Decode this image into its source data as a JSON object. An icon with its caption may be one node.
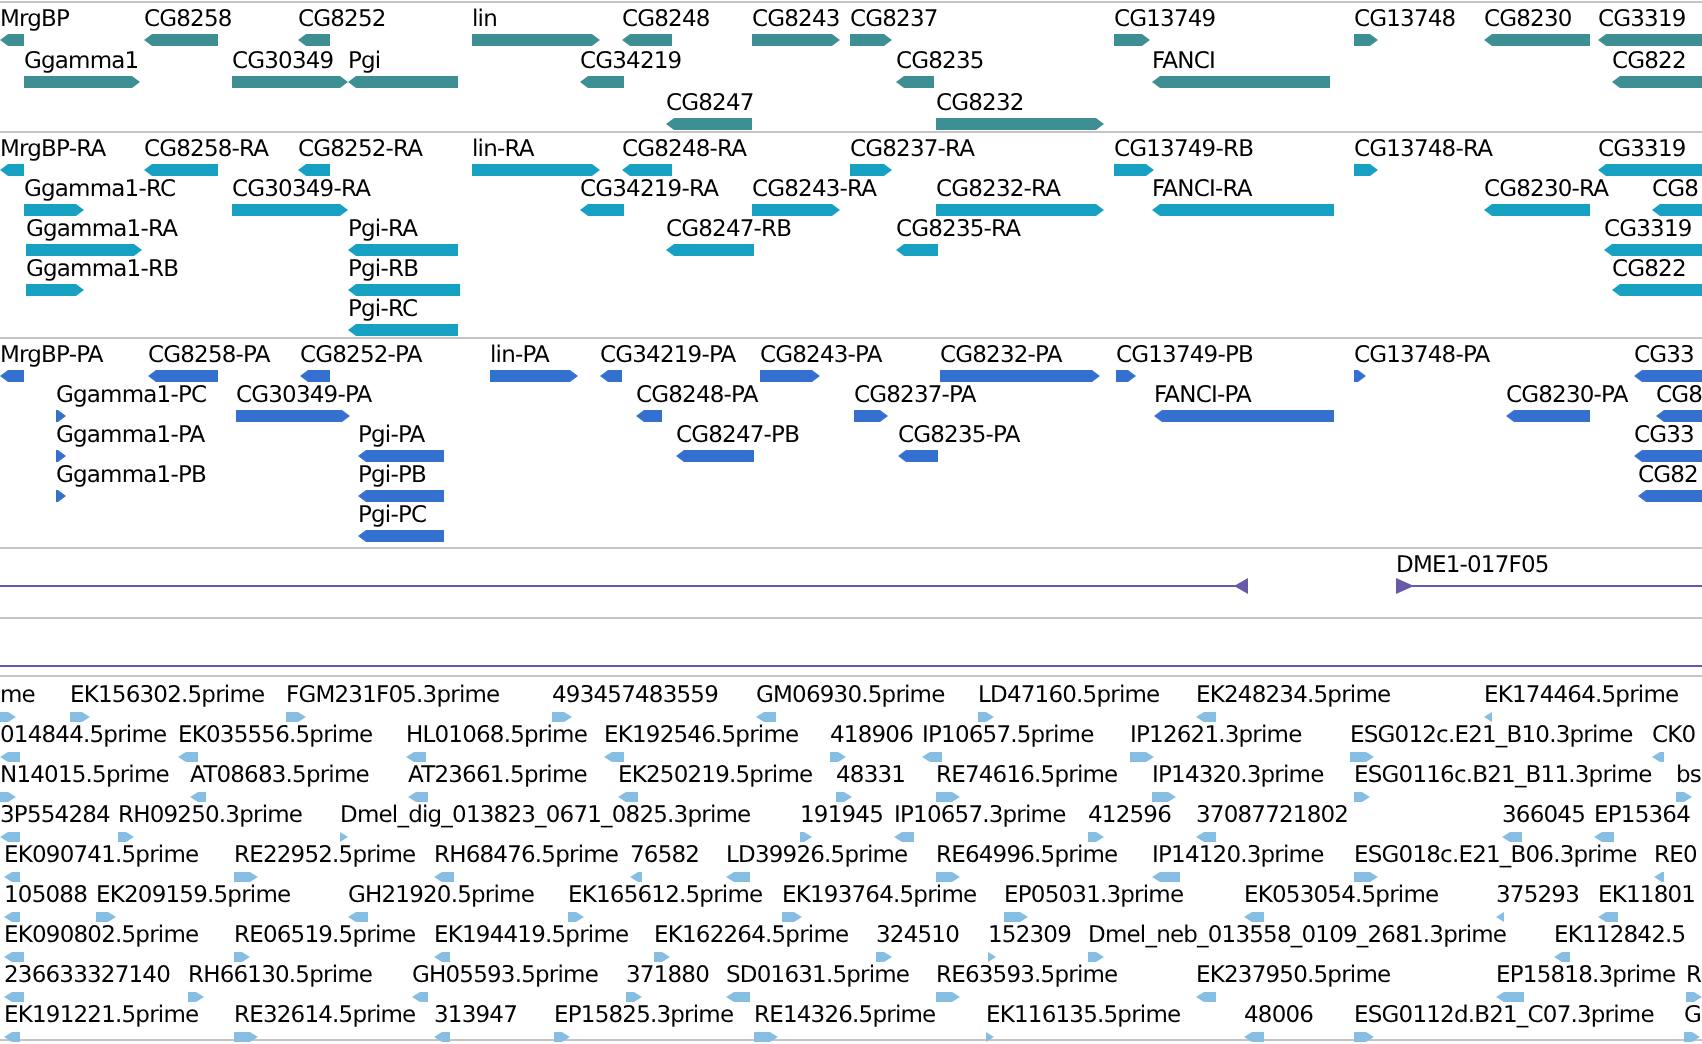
{
  "diagram": {
    "labels": [
      "MrgBP",
      "CG8258",
      "CG8252",
      "lin",
      "CG8248",
      "CG8243",
      "CG8237",
      "CG13749",
      "CG13748",
      "CG8230",
      "CG3319",
      "Ggamma1",
      "CG30349",
      "Pgi",
      "CG34219",
      "CG8235",
      "FANCI",
      "CG822",
      "CG8247",
      "CG8232",
      "MrgBP-RA",
      "CG8258-RA",
      "CG8252-RA",
      "lin-RA",
      "CG8248-RA",
      "CG8237-RA",
      "CG13749-RB",
      "CG13748-RA",
      "CG3319",
      "Ggamma1-RC",
      "CG30349-RA",
      "CG34219-RA",
      "CG8243-RA",
      "CG8232-RA",
      "FANCI-RA",
      "CG8230-RA",
      "CG8",
      "Ggamma1-RA",
      "Pgi-RA",
      "CG8247-RB",
      "CG8235-RA",
      "CG3319",
      "Ggamma1-RB",
      "Pgi-RB",
      "CG822",
      "Pgi-RC",
      "MrgBP-PA",
      "CG8258-PA",
      "CG8252-PA",
      "lin-PA",
      "CG34219-PA",
      "CG8243-PA",
      "CG8232-PA",
      "CG13749-PB",
      "CG13748-PA",
      "CG33",
      "Ggamma1-PC",
      "CG30349-PA",
      "CG8248-PA",
      "CG8237-PA",
      "FANCI-PA",
      "CG8230-PA",
      "CG8",
      "Ggamma1-PA",
      "Pgi-PA",
      "CG8247-PB",
      "CG8235-PA",
      "CG33",
      "Ggamma1-PB",
      "Pgi-PB",
      "CG82",
      "Pgi-PC",
      "DME1-017F05",
      "me",
      "EK156302.5prime",
      "FGM231F05.3prime",
      "493457483559",
      "GM06930.5prime",
      "LD47160.5prime",
      "EK248234.5prime",
      "EK174464.5prime",
      "014844.5prime",
      "EK035556.5prime",
      "HL01068.5prime",
      "EK192546.5prime",
      "418906",
      "IP10657.5prime",
      "IP12621.3prime",
      "ESG012c.E21_B10.3prime",
      "CK0",
      "N14015.5prime",
      "AT08683.5prime",
      "AT23661.5prime",
      "EK250219.5prime",
      "48331",
      "RE74616.5prime",
      "IP14320.3prime",
      "ESG0116c.B21_B11.3prime",
      "bs",
      "3P554284",
      "RH09250.3prime",
      "Dmel_dig_013823_0671_0825.3prime",
      "191945",
      "IP10657.3prime",
      "412596",
      "37087721802",
      "366045",
      "EP15364",
      "EK090741.5prime",
      "RE22952.5prime",
      "RH68476.5prime",
      "76582",
      "LD39926.5prime",
      "RE64996.5prime",
      "IP14120.3prime",
      "ESG018c.E21_B06.3prime",
      "RE0",
      "105088",
      "EK209159.5prime",
      "GH21920.5prime",
      "EK165612.5prime",
      "EK193764.5prime",
      "EP05031.3prime",
      "EK053054.5prime",
      "375293",
      "EK11801",
      "EK090802.5prime",
      "RE06519.5prime",
      "EK194419.5prime",
      "EK162264.5prime",
      "324510",
      "152309",
      "Dmel_neb_013558_0109_2681.3prime",
      "EK112842.5",
      "236633327140",
      "RH66130.5prime",
      "GH05593.5prime",
      "371880",
      "SD01631.5prime",
      "RE63593.5prime",
      "EK237950.5prime",
      "EP15818.3prime",
      "R",
      "EK191221.5prime",
      "RE32614.5prime",
      "313947",
      "EP15825.3prime",
      "RE14326.5prime",
      "EK116135.5prime",
      "48006",
      "ESG0112d.B21_C07.3prime",
      "G"
    ]
  }
}
